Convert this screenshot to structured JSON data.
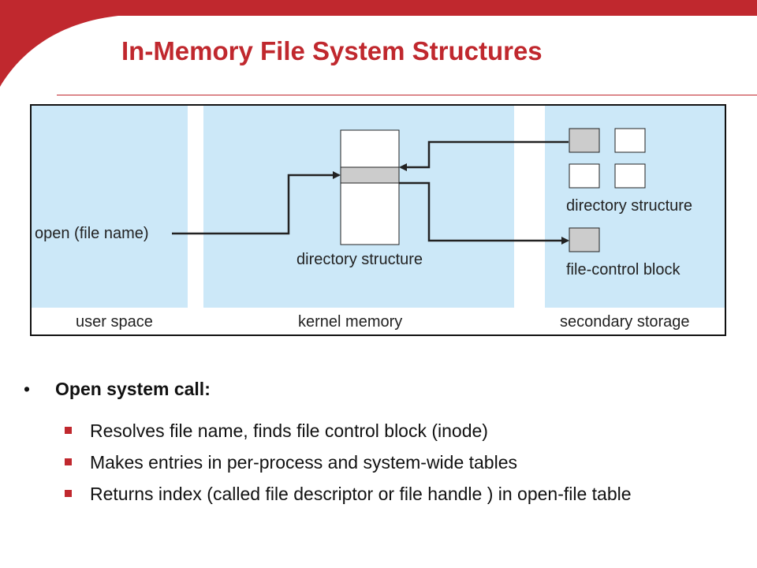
{
  "slide": {
    "title": "In-Memory File System Structures",
    "accent_color": "#c0282e"
  },
  "diagram": {
    "panel_color": "#cce8f8",
    "regions": [
      "user space",
      "kernel memory",
      "secondary storage"
    ],
    "user_space": {
      "label": "open (file name)"
    },
    "kernel_memory": {
      "label": "directory structure"
    },
    "secondary_storage": {
      "directory_label": "directory structure",
      "fcb_label": "file-control block"
    }
  },
  "bullets": {
    "main": "Open system call:",
    "items": [
      "Resolves file name, finds file control block (inode)",
      "Makes entries in per-process and system-wide tables",
      "Returns index (called  file descriptor or  file handle ) in open-file table"
    ]
  }
}
